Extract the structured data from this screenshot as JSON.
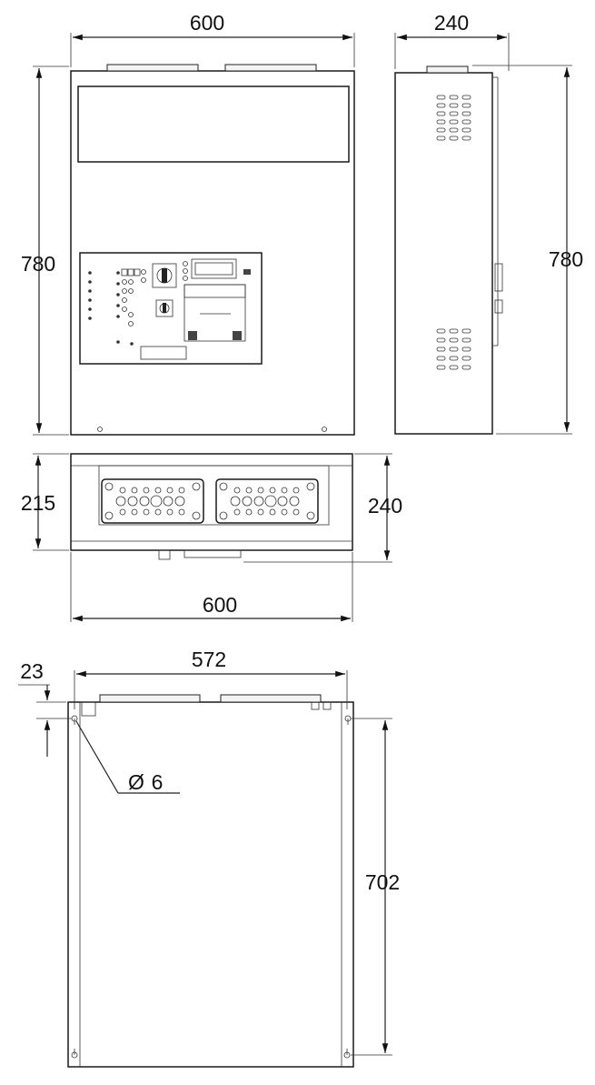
{
  "dimensions": {
    "front_width": "600",
    "front_height": "780",
    "side_depth": "240",
    "side_height": "780",
    "bottom_depth_left": "215",
    "bottom_depth_right": "240",
    "bottom_width": "600",
    "mount_spacing_horizontal": "572",
    "mount_offset_top": "23",
    "mount_hole_diameter": "6",
    "mount_spacing_vertical": "702"
  },
  "symbols": {
    "diameter": "Ø"
  },
  "colors": {
    "line": "#222222",
    "panel_fill": "#f4f4f4",
    "background": "#ffffff"
  }
}
